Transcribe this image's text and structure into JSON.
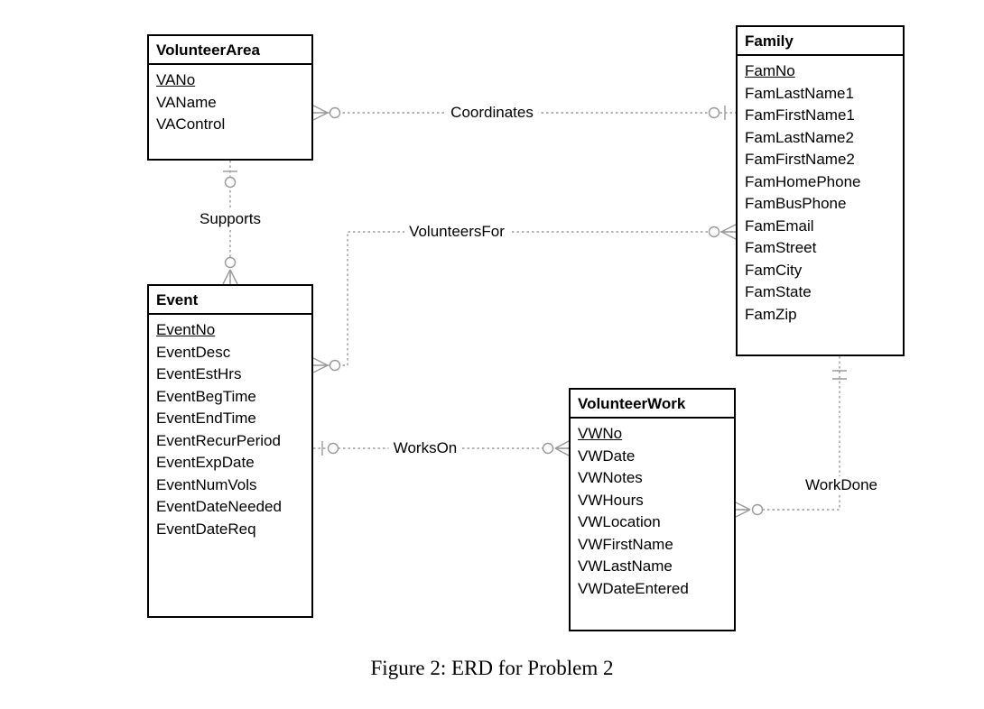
{
  "figure": {
    "caption": "Figure 2: ERD for Problem 2"
  },
  "entities": {
    "volunteer_area": {
      "title": "VolunteerArea",
      "key": "VANo",
      "attributes": [
        "VAName",
        "VAControl"
      ]
    },
    "family": {
      "title": "Family",
      "key": "FamNo",
      "attributes": [
        "FamLastName1",
        "FamFirstName1",
        "FamLastName2",
        "FamFirstName2",
        "FamHomePhone",
        "FamBusPhone",
        "FamEmail",
        "FamStreet",
        "FamCity",
        "FamState",
        "FamZip"
      ]
    },
    "event": {
      "title": "Event",
      "key": "EventNo",
      "attributes": [
        "EventDesc",
        "EventEstHrs",
        "EventBegTime",
        "EventEndTime",
        "EventRecurPeriod",
        "EventExpDate",
        "EventNumVols",
        "EventDateNeeded",
        "EventDateReq"
      ]
    },
    "volunteer_work": {
      "title": "VolunteerWork",
      "key": "VWNo",
      "attributes": [
        "VWDate",
        "VWNotes",
        "VWHours",
        "VWLocation",
        "VWFirstName",
        "VWLastName",
        "VWDateEntered"
      ]
    }
  },
  "relationships": {
    "coordinates": {
      "label": "Coordinates",
      "from": "VolunteerArea",
      "to": "Family",
      "from_cardinality": "zero-or-many",
      "to_cardinality": "zero-or-one"
    },
    "supports": {
      "label": "Supports",
      "from": "VolunteerArea",
      "to": "Event",
      "from_cardinality": "zero-or-one",
      "to_cardinality": "zero-or-many"
    },
    "volunteers_for": {
      "label": "VolunteersFor",
      "from": "Event",
      "to": "Family",
      "from_cardinality": "zero-or-many",
      "to_cardinality": "zero-or-many"
    },
    "works_on": {
      "label": "WorksOn",
      "from": "Event",
      "to": "VolunteerWork",
      "from_cardinality": "zero-or-one",
      "to_cardinality": "zero-or-many"
    },
    "work_done": {
      "label": "WorkDone",
      "from": "Family",
      "to": "VolunteerWork",
      "from_cardinality": "exactly-one",
      "to_cardinality": "zero-or-many"
    }
  },
  "colors": {
    "background": "#ffffff",
    "entity_border": "#000000",
    "relationship_line": "#999999",
    "text": "#000000"
  }
}
